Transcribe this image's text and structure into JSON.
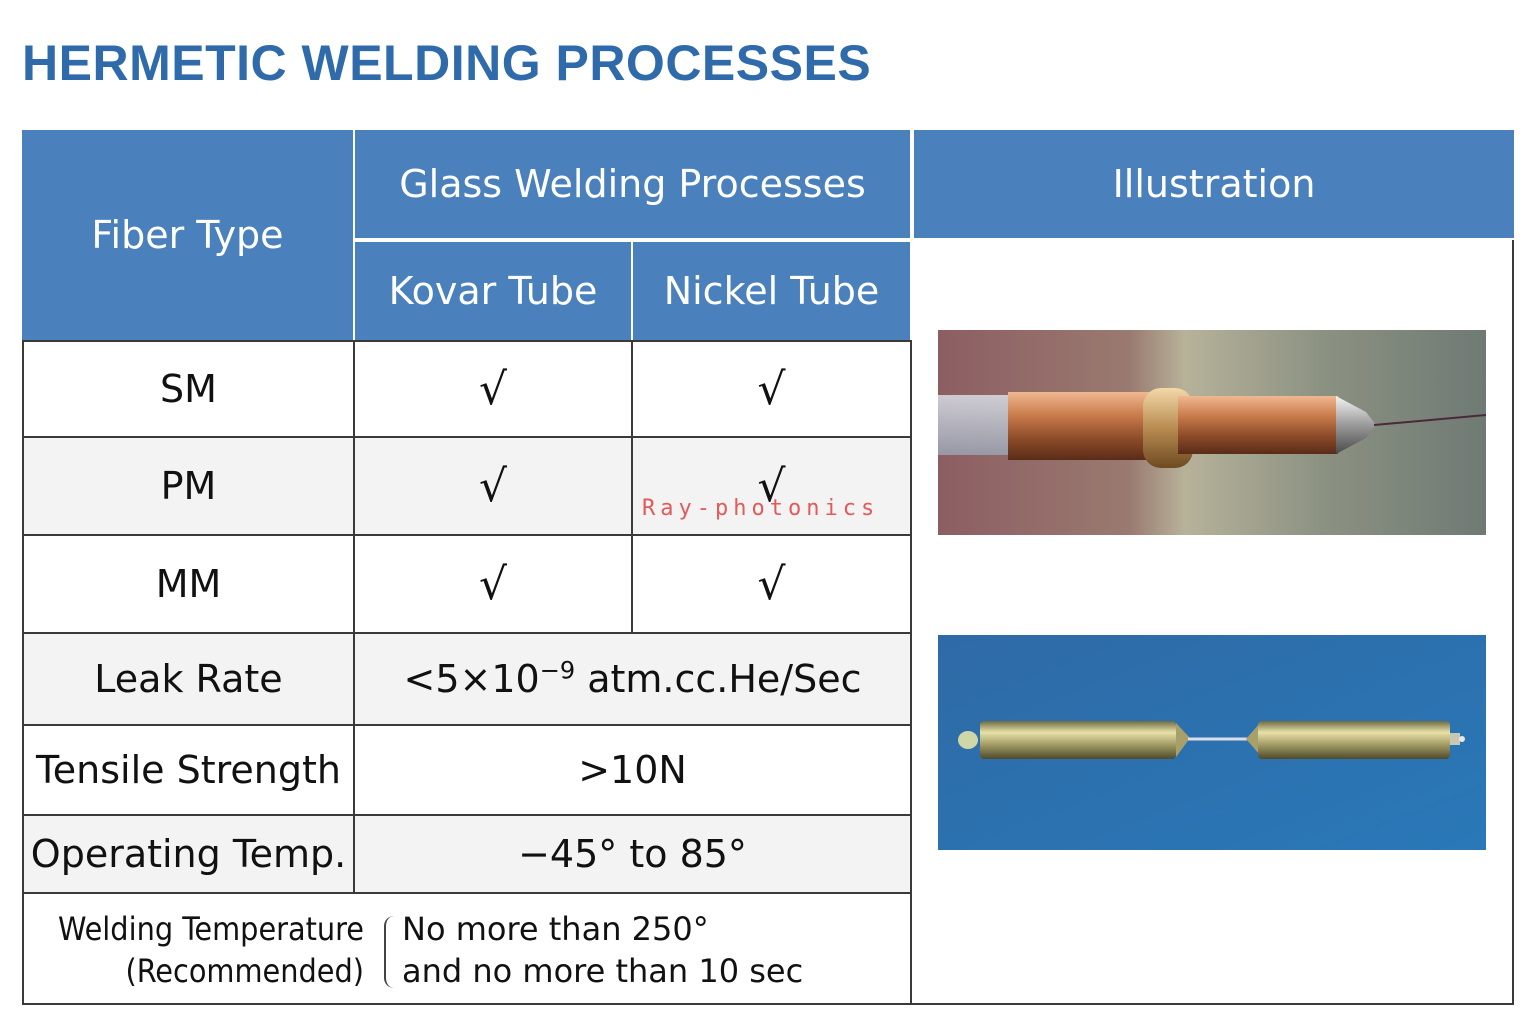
{
  "title": "HERMETIC WELDING PROCESSES",
  "headers": {
    "fiber_type": "Fiber Type",
    "glass_welding": "Glass Welding Processes",
    "illustration": "Illustration",
    "kovar": "Kovar Tube",
    "nickel": "Nickel Tube"
  },
  "rows": [
    {
      "fiber": "SM",
      "kovar": "√",
      "nickel": "√"
    },
    {
      "fiber": "PM",
      "kovar": "√",
      "nickel": "√"
    },
    {
      "fiber": "MM",
      "kovar": "√",
      "nickel": "√"
    }
  ],
  "specs": {
    "leak_rate_label": "Leak Rate",
    "leak_rate_prefix": "<5×10",
    "leak_rate_exp": "−9",
    "leak_rate_unit": "atm.cc.He/Sec",
    "tensile_label": "Tensile Strength",
    "tensile_value": ">10N",
    "operating_label": "Operating Temp.",
    "operating_value": "−45° to 85°",
    "welding_label_1": "Welding Temperature",
    "welding_label_2": "(Recommended)",
    "welding_value_1": "No more than 250°",
    "welding_value_2": "and no more than 10 sec"
  },
  "watermark": "Ray-photonics",
  "colors": {
    "header_blue": "#4a80bb",
    "title_blue": "#2f6aaa",
    "watermark_red": "#e25a5a"
  }
}
